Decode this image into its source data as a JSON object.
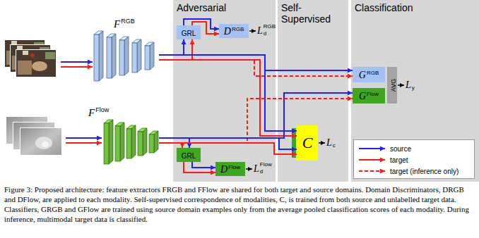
{
  "diagram": {
    "caption": "Figure 3: Proposed architecture: feature extractors FRGB and FFlow are shared for both target and source domains. Domain Discriminators, DRGB and DFlow, are applied to each modality. Self-supervised correspondence of modalities, C, is trained from both source and unlabelled target data. Classifiers, GRGB and GFlow are trained using source domain examples only from the average pooled classification scores of each modality. During inference, multimodal target data is classified.",
    "nodes": [
      {
        "text": [
          "Adversarial"
        ]
      },
      {
        "text": [
          "Self- Supervised"
        ]
      },
      {
        "text": [
          "Classification"
        ]
      },
      {
        "text": [
          "F",
          "RGB"
        ]
      },
      {
        "text": [
          "F",
          "Flow"
        ]
      },
      {
        "text": [
          "GRL"
        ],
        "in": 0
      },
      {
        "text": [
          "D",
          "RGB"
        ],
        "in": 0
      },
      {
        "text": [
          "GRL"
        ],
        "in": 0
      },
      {
        "text": [
          "D",
          "Flow"
        ],
        "in": 0
      },
      {
        "text": [
          "C"
        ],
        "in": 1
      },
      {
        "text": [
          "G",
          "RGB"
        ],
        "in": 2
      },
      {
        "text": [
          "G",
          "Flow"
        ],
        "in": 2
      },
      {
        "text": [
          "AVG"
        ],
        "in": 2
      }
    ],
    "edges": [
      {
        "from": 3,
        "to": 5,
        "arrow": "to"
      },
      {
        "from": 5,
        "to": 6,
        "arrow": "to"
      },
      {
        "from": 3,
        "to": 10,
        "arrow": "to"
      },
      {
        "from": 3,
        "to": 10,
        "arrow": "to"
      },
      {
        "from": 3,
        "to": 9,
        "arrow": "to"
      },
      {
        "from": 4,
        "to": 7,
        "arrow": "to"
      },
      {
        "from": 7,
        "to": 8,
        "arrow": "to"
      },
      {
        "from": 4,
        "to": 11,
        "arrow": "to"
      },
      {
        "from": 4,
        "to": 11,
        "arrow": "to"
      },
      {
        "from": 4,
        "to": 9,
        "arrow": "to"
      }
    ],
    "labels": [
      "L",
      "d",
      "RGB",
      "L",
      "d",
      "Flow",
      "L",
      "c",
      "L",
      "y"
    ],
    "legend": [
      {
        "text": "source"
      },
      {
        "text": "target"
      },
      {
        "text": "target (inference only)"
      }
    ]
  }
}
